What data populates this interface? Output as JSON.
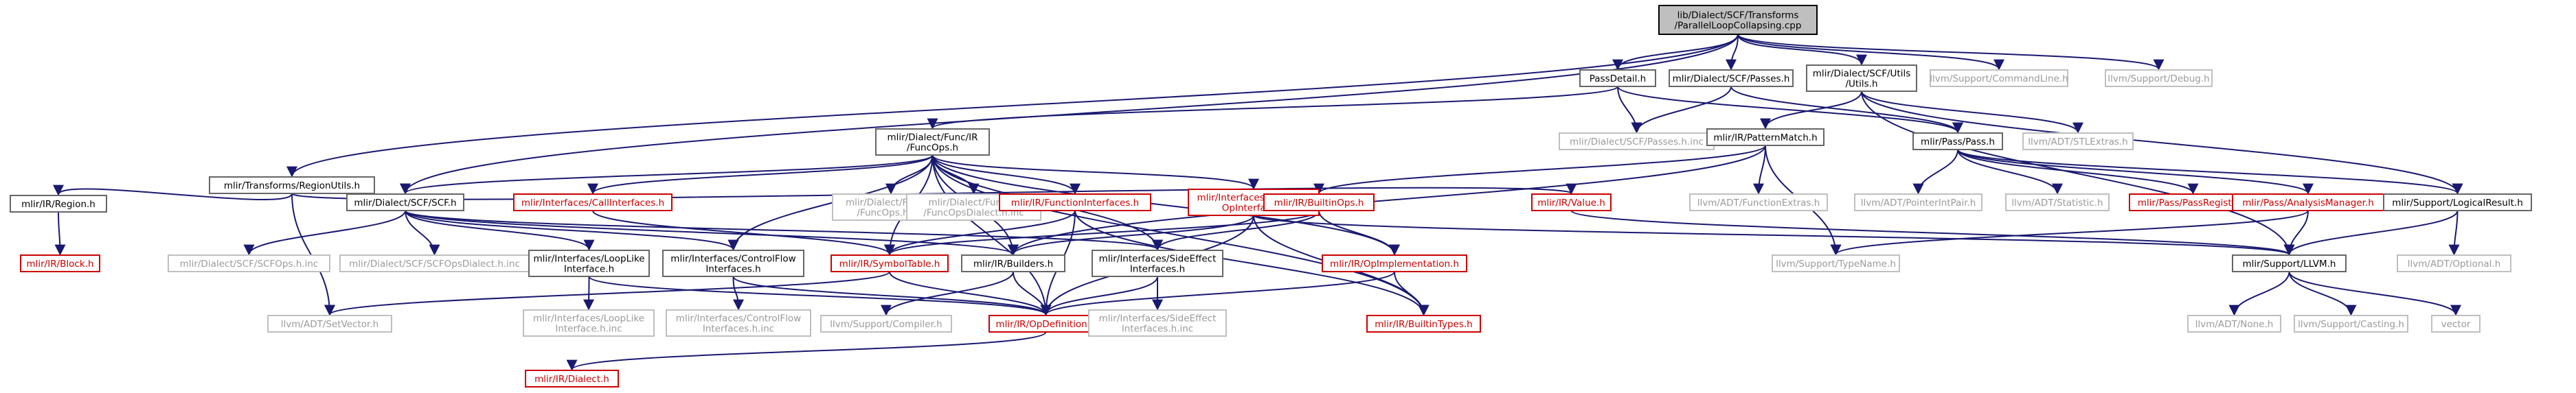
{
  "colors": {
    "normal_border": "#666666",
    "normal_text": "#000000",
    "missing_border": "#bfbfbf",
    "missing_text": "#9a9a9a",
    "link_border": "#cc0000",
    "link_text": "#cc0000",
    "root_fill": "#bfbfbf",
    "root_border": "#000000",
    "edge_default": "#191970",
    "edge_dark": "#404040"
  },
  "nodes": [
    {
      "id": "root",
      "kind": "root",
      "lines": [
        "lib/Dialect/SCF/Transforms",
        "/ParallelLoopCollapsing.cpp"
      ]
    },
    {
      "id": "passdetail",
      "kind": "normal",
      "lines": [
        "PassDetail.h"
      ]
    },
    {
      "id": "scfpasses",
      "kind": "normal",
      "lines": [
        "mlir/Dialect/SCF/Passes.h"
      ]
    },
    {
      "id": "scfutils",
      "kind": "normal",
      "lines": [
        "mlir/Dialect/SCF/Utils",
        "/Utils.h"
      ]
    },
    {
      "id": "commandline",
      "kind": "missing",
      "lines": [
        "llvm/Support/CommandLine.h"
      ]
    },
    {
      "id": "debug",
      "kind": "missing",
      "lines": [
        "llvm/Support/Debug.h"
      ]
    },
    {
      "id": "regionutils",
      "kind": "normal",
      "lines": [
        "mlir/Transforms/RegionUtils.h"
      ]
    },
    {
      "id": "funcops",
      "kind": "normal",
      "lines": [
        "mlir/Dialect/Func/IR",
        "/FuncOps.h"
      ]
    },
    {
      "id": "scfpassesinc",
      "kind": "missing",
      "lines": [
        "mlir/Dialect/SCF/Passes.h.inc"
      ]
    },
    {
      "id": "passpass",
      "kind": "normal",
      "lines": [
        "mlir/Pass/Pass.h"
      ]
    },
    {
      "id": "stlextras",
      "kind": "missing",
      "lines": [
        "llvm/ADT/STLExtras.h"
      ]
    },
    {
      "id": "patternmatch",
      "kind": "normal",
      "lines": [
        "mlir/IR/PatternMatch.h"
      ]
    },
    {
      "id": "region",
      "kind": "normal",
      "lines": [
        "mlir/IR/Region.h"
      ]
    },
    {
      "id": "block",
      "kind": "link",
      "lines": [
        "mlir/IR/Block.h"
      ]
    },
    {
      "id": "scfh",
      "kind": "normal",
      "lines": [
        "mlir/Dialect/SCF/SCF.h"
      ]
    },
    {
      "id": "callinterfaces",
      "kind": "link",
      "lines": [
        "mlir/Interfaces/CallInterfaces.h"
      ]
    },
    {
      "id": "funcopsinc",
      "kind": "missing",
      "lines": [
        "mlir/Dialect/Func/IR",
        "/FuncOps.h.inc"
      ]
    },
    {
      "id": "funcopsdialectinc",
      "kind": "missing",
      "lines": [
        "mlir/Dialect/Func/IR",
        "/FuncOpsDialect.h.inc"
      ]
    },
    {
      "id": "functioninterfaces",
      "kind": "link",
      "lines": [
        "mlir/IR/FunctionInterfaces.h"
      ]
    },
    {
      "id": "infertype",
      "kind": "link",
      "lines": [
        "mlir/Interfaces/InferType",
        "OpInterface.h"
      ]
    },
    {
      "id": "value",
      "kind": "link",
      "lines": [
        "mlir/IR/Value.h"
      ]
    },
    {
      "id": "builtinops",
      "kind": "link",
      "lines": [
        "mlir/IR/BuiltinOps.h"
      ]
    },
    {
      "id": "functionextras",
      "kind": "missing",
      "lines": [
        "llvm/ADT/FunctionExtras.h"
      ]
    },
    {
      "id": "pointerintpair",
      "kind": "missing",
      "lines": [
        "llvm/ADT/PointerIntPair.h"
      ]
    },
    {
      "id": "statistic",
      "kind": "missing",
      "lines": [
        "llvm/ADT/Statistic.h"
      ]
    },
    {
      "id": "passregistry",
      "kind": "link",
      "lines": [
        "mlir/Pass/PassRegistry.h"
      ]
    },
    {
      "id": "analysismanager",
      "kind": "link",
      "lines": [
        "mlir/Pass/AnalysisManager.h"
      ]
    },
    {
      "id": "logicalresult",
      "kind": "normal",
      "lines": [
        "mlir/Support/LogicalResult.h"
      ]
    },
    {
      "id": "scfopsinc",
      "kind": "missing",
      "lines": [
        "mlir/Dialect/SCF/SCFOps.h.inc"
      ]
    },
    {
      "id": "scfopsdialectinc",
      "kind": "missing",
      "lines": [
        "mlir/Dialect/SCF/SCFOpsDialect.h.inc"
      ]
    },
    {
      "id": "looplike",
      "kind": "normal",
      "lines": [
        "mlir/Interfaces/LoopLike",
        "Interface.h"
      ]
    },
    {
      "id": "controlflow",
      "kind": "normal",
      "lines": [
        "mlir/Interfaces/ControlFlow",
        "Interfaces.h"
      ]
    },
    {
      "id": "symboltable",
      "kind": "link",
      "lines": [
        "mlir/IR/SymbolTable.h"
      ]
    },
    {
      "id": "builders",
      "kind": "normal",
      "lines": [
        "mlir/IR/Builders.h"
      ]
    },
    {
      "id": "sideeffect",
      "kind": "normal",
      "lines": [
        "mlir/Interfaces/SideEffect",
        "Interfaces.h"
      ]
    },
    {
      "id": "opimplementation",
      "kind": "link",
      "lines": [
        "mlir/IR/OpImplementation.h"
      ]
    },
    {
      "id": "typename",
      "kind": "missing",
      "lines": [
        "llvm/Support/TypeName.h"
      ]
    },
    {
      "id": "llvmh",
      "kind": "normal",
      "lines": [
        "mlir/Support/LLVM.h"
      ]
    },
    {
      "id": "optional",
      "kind": "missing",
      "lines": [
        "llvm/ADT/Optional.h"
      ]
    },
    {
      "id": "setvector",
      "kind": "missing",
      "lines": [
        "llvm/ADT/SetVector.h"
      ]
    },
    {
      "id": "looplikeinc",
      "kind": "missing",
      "lines": [
        "mlir/Interfaces/LoopLike",
        "Interface.h.inc"
      ]
    },
    {
      "id": "controlflowinc",
      "kind": "missing",
      "lines": [
        "mlir/Interfaces/ControlFlow",
        "Interfaces.h.inc"
      ]
    },
    {
      "id": "compiler",
      "kind": "missing",
      "lines": [
        "llvm/Support/Compiler.h"
      ]
    },
    {
      "id": "opdefinition",
      "kind": "link",
      "lines": [
        "mlir/IR/OpDefinition.h"
      ]
    },
    {
      "id": "sideeffectinc",
      "kind": "missing",
      "lines": [
        "mlir/Interfaces/SideEffect",
        "Interfaces.h.inc"
      ]
    },
    {
      "id": "builtintypes",
      "kind": "link",
      "lines": [
        "mlir/IR/BuiltinTypes.h"
      ]
    },
    {
      "id": "none",
      "kind": "missing",
      "lines": [
        "llvm/ADT/None.h"
      ]
    },
    {
      "id": "casting",
      "kind": "missing",
      "lines": [
        "llvm/Support/Casting.h"
      ]
    },
    {
      "id": "vector",
      "kind": "missing",
      "lines": [
        "vector"
      ]
    },
    {
      "id": "dialect",
      "kind": "link",
      "lines": [
        "mlir/IR/Dialect.h"
      ]
    }
  ],
  "edges": [
    [
      "root",
      "passdetail"
    ],
    [
      "root",
      "scfpasses"
    ],
    [
      "root",
      "scfutils"
    ],
    [
      "root",
      "commandline"
    ],
    [
      "root",
      "debug"
    ],
    [
      "root",
      "regionutils"
    ],
    [
      "root",
      "scfh"
    ],
    [
      "passdetail",
      "funcops"
    ],
    [
      "passdetail",
      "scfpassesinc"
    ],
    [
      "passdetail",
      "passpass"
    ],
    [
      "scfpasses",
      "scfpassesinc"
    ],
    [
      "scfpasses",
      "passpass"
    ],
    [
      "scfutils",
      "patternmatch"
    ],
    [
      "scfutils",
      "stlextras"
    ],
    [
      "scfutils",
      "llvmh"
    ],
    [
      "scfutils",
      "logicalresult"
    ],
    [
      "regionutils",
      "region"
    ],
    [
      "regionutils",
      "setvector"
    ],
    [
      "regionutils",
      "value"
    ],
    [
      "region",
      "block"
    ],
    [
      "funcops",
      "scfh"
    ],
    [
      "funcops",
      "callinterfaces"
    ],
    [
      "funcops",
      "funcopsinc"
    ],
    [
      "funcops",
      "funcopsdialectinc"
    ],
    [
      "funcops",
      "functioninterfaces"
    ],
    [
      "funcops",
      "infertype"
    ],
    [
      "funcops",
      "builders"
    ],
    [
      "funcops",
      "symboltable"
    ],
    [
      "funcops",
      "sideeffect"
    ],
    [
      "funcops",
      "opimplementation"
    ],
    [
      "funcops",
      "controlflow"
    ],
    [
      "funcops",
      "builtintypes"
    ],
    [
      "funcops",
      "opdefinition"
    ],
    [
      "patternmatch",
      "builtinops"
    ],
    [
      "patternmatch",
      "functionextras"
    ],
    [
      "patternmatch",
      "builders"
    ],
    [
      "patternmatch",
      "typename"
    ],
    [
      "passpass",
      "pointerintpair"
    ],
    [
      "passpass",
      "statistic"
    ],
    [
      "passpass",
      "passregistry"
    ],
    [
      "passpass",
      "analysismanager"
    ],
    [
      "passpass",
      "logicalresult"
    ],
    [
      "scfh",
      "scfopsinc"
    ],
    [
      "scfh",
      "scfopsdialectinc"
    ],
    [
      "scfh",
      "looplike"
    ],
    [
      "scfh",
      "controlflow"
    ],
    [
      "scfh",
      "builders"
    ],
    [
      "scfh",
      "sideeffect"
    ],
    [
      "callinterfaces",
      "symboltable"
    ],
    [
      "functioninterfaces",
      "symboltable"
    ],
    [
      "functioninterfaces",
      "builtintypes"
    ],
    [
      "functioninterfaces",
      "opdefinition"
    ],
    [
      "infertype",
      "builtintypes"
    ],
    [
      "infertype",
      "builders"
    ],
    [
      "infertype",
      "opdefinition"
    ],
    [
      "infertype",
      "llvmh"
    ],
    [
      "value",
      "llvmh"
    ],
    [
      "builtinops",
      "symboltable"
    ],
    [
      "builtinops",
      "opimplementation"
    ],
    [
      "builtinops",
      "sideeffect"
    ],
    [
      "analysismanager",
      "llvmh"
    ],
    [
      "analysismanager",
      "typename"
    ],
    [
      "logicalresult",
      "llvmh"
    ],
    [
      "logicalresult",
      "optional"
    ],
    [
      "looplike",
      "looplikeinc"
    ],
    [
      "looplike",
      "opdefinition"
    ],
    [
      "controlflow",
      "controlflowinc"
    ],
    [
      "controlflow",
      "opdefinition"
    ],
    [
      "symboltable",
      "opdefinition"
    ],
    [
      "symboltable",
      "setvector"
    ],
    [
      "builders",
      "opdefinition"
    ],
    [
      "builders",
      "compiler"
    ],
    [
      "sideeffect",
      "sideeffectinc"
    ],
    [
      "sideeffect",
      "opdefinition"
    ],
    [
      "opimplementation",
      "opdefinition"
    ],
    [
      "opimplementation",
      "builtintypes"
    ],
    [
      "llvmh",
      "none"
    ],
    [
      "llvmh",
      "casting"
    ],
    [
      "llvmh",
      "vector"
    ],
    [
      "opdefinition",
      "dialect"
    ]
  ]
}
